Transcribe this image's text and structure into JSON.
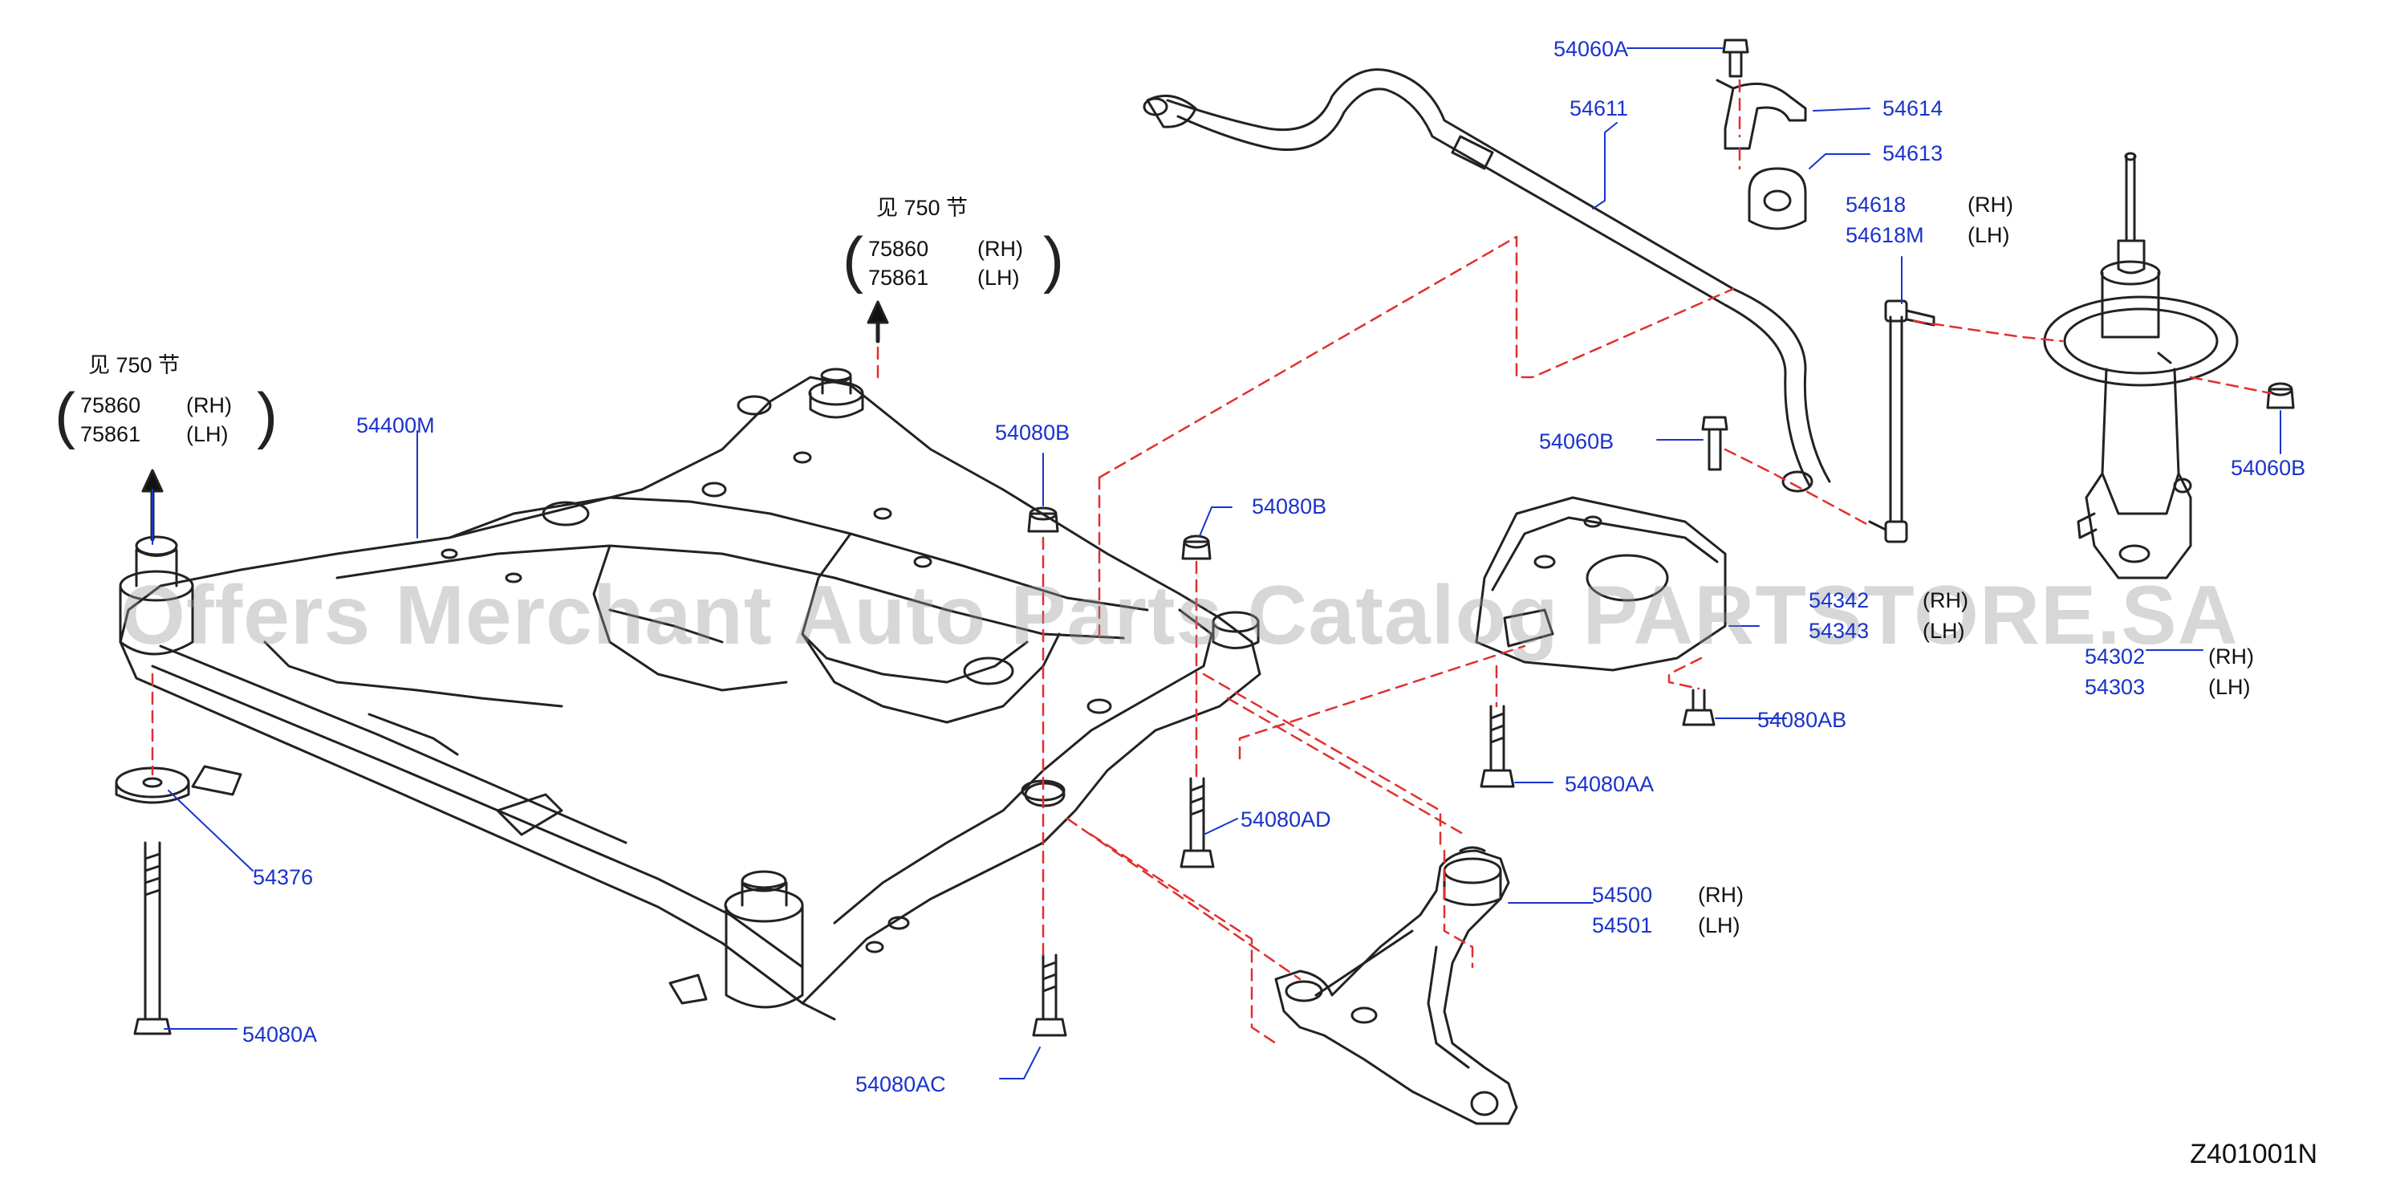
{
  "diagram_code": "Z401001N",
  "watermark": "Offers Merchant Auto Parts Catalog PARTSTORE.SA",
  "colors": {
    "part_number": "#1a33cc",
    "dashed_guide": "#e03030",
    "line_art": "#222222",
    "text": "#111111"
  },
  "references": {
    "left": {
      "see": "见 750  节",
      "items": [
        {
          "number": "75860",
          "side": "(RH)"
        },
        {
          "number": "75861",
          "side": "(LH)"
        }
      ]
    },
    "top": {
      "see": "见 750  节",
      "items": [
        {
          "number": "75860",
          "side": "(RH)"
        },
        {
          "number": "75861",
          "side": "(LH)"
        }
      ]
    }
  },
  "parts": {
    "p54400M": "54400M",
    "p54376": "54376",
    "p54080A": "54080A",
    "p54080AC": "54080AC",
    "p54080B_a": "54080B",
    "p54080B_b": "54080B",
    "p54080AD": "54080AD",
    "p54060A": "54060A",
    "p54611": "54611",
    "p54614": "54614",
    "p54613": "54613",
    "p54618": "54618",
    "p54618_side": "(RH)",
    "p54618M": "54618M",
    "p54618M_side": "(LH)",
    "p54060B_a": "54060B",
    "p54060B_b": "54060B",
    "p54342": "54342",
    "p54342_side": "(RH)",
    "p54343": "54343",
    "p54343_side": "(LH)",
    "p54080AB": "54080AB",
    "p54080AA": "54080AA",
    "p54500": "54500",
    "p54500_side": "(RH)",
    "p54501": "54501",
    "p54501_side": "(LH)",
    "p54302": "54302",
    "p54302_side": "(RH)",
    "p54303": "54303",
    "p54303_side": "(LH)"
  }
}
